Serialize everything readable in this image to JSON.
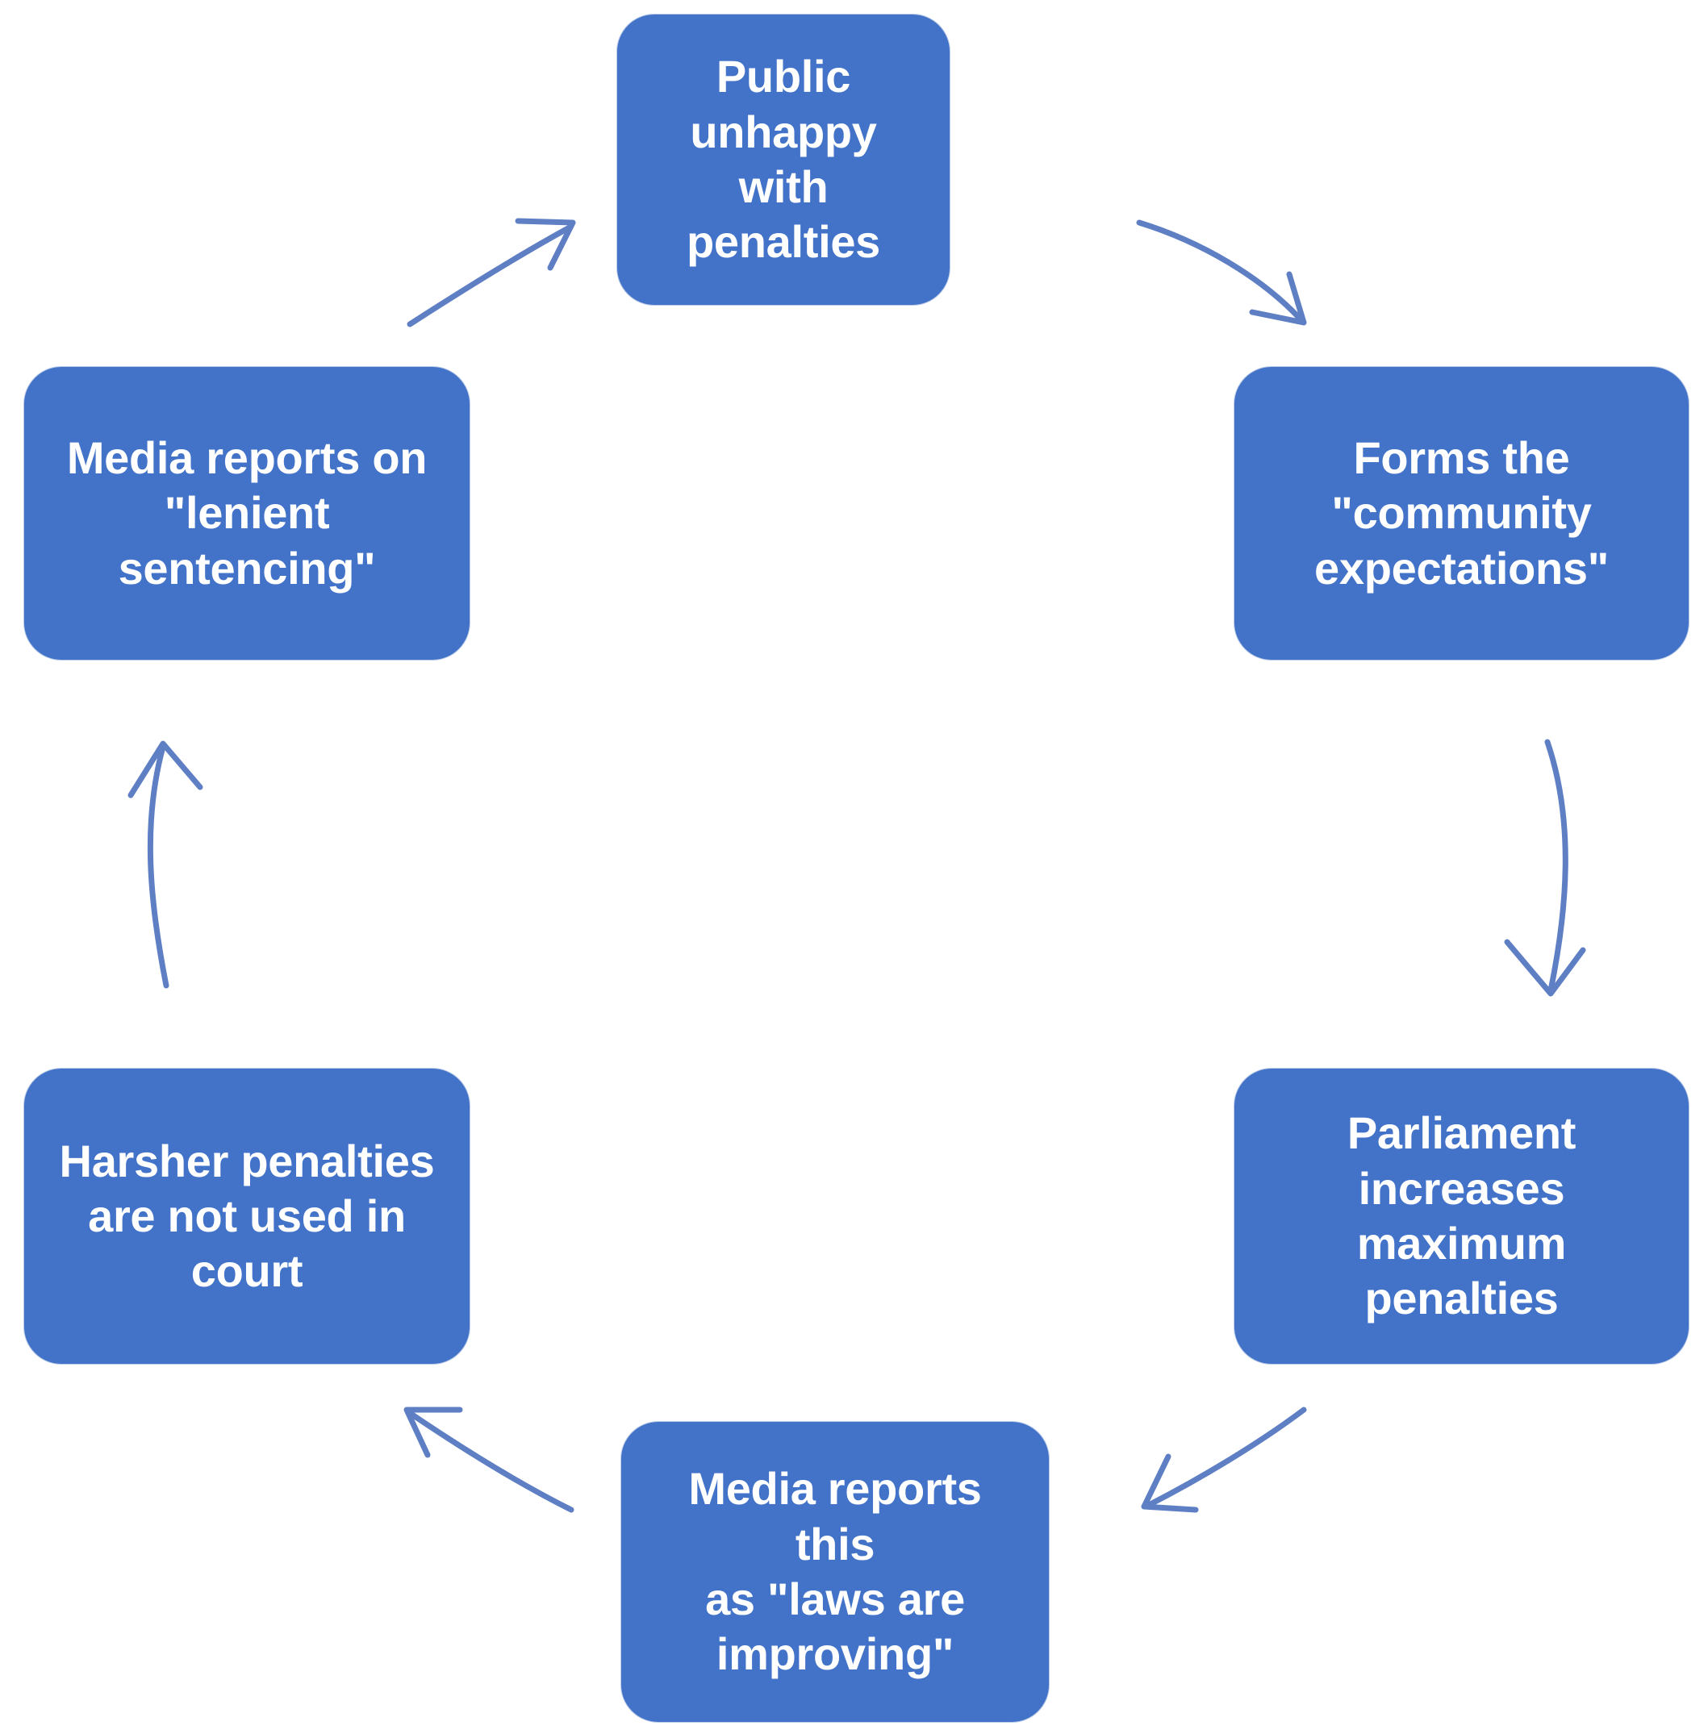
{
  "diagram": {
    "type": "cycle-flowchart",
    "direction": "clockwise",
    "background_color": "#ffffff",
    "node_fill_color": "#4273c8",
    "node_text_color": "#ffffff",
    "arrow_color": "#5f7fc4",
    "nodes": [
      {
        "id": "public-unhappy",
        "label": "Public unhappy\nwith penalties",
        "position": "top"
      },
      {
        "id": "community-expectations",
        "label": "Forms the\n\"community\nexpectations\"",
        "position": "upper-right"
      },
      {
        "id": "parliament-increases",
        "label": "Parliament\nincreases\nmaximum\npenalties",
        "position": "lower-right"
      },
      {
        "id": "media-improving",
        "label": "Media reports this\nas \"laws are\nimproving\"",
        "position": "bottom"
      },
      {
        "id": "harsher-unused",
        "label": "Harsher penalties\nare not used in\ncourt",
        "position": "lower-left"
      },
      {
        "id": "media-lenient",
        "label": "Media reports on\n\"lenient\nsentencing\"",
        "position": "upper-left"
      }
    ],
    "edges": [
      {
        "id": "edge-1",
        "from": "public-unhappy",
        "to": "community-expectations",
        "style": "curved-arrow"
      },
      {
        "id": "edge-2",
        "from": "community-expectations",
        "to": "parliament-increases",
        "style": "curved-arrow"
      },
      {
        "id": "edge-3",
        "from": "parliament-increases",
        "to": "media-improving",
        "style": "curved-arrow"
      },
      {
        "id": "edge-4",
        "from": "media-improving",
        "to": "harsher-unused",
        "style": "curved-arrow"
      },
      {
        "id": "edge-5",
        "from": "harsher-unused",
        "to": "media-lenient",
        "style": "curved-arrow"
      },
      {
        "id": "edge-6",
        "from": "media-lenient",
        "to": "public-unhappy",
        "style": "curved-arrow"
      }
    ]
  }
}
